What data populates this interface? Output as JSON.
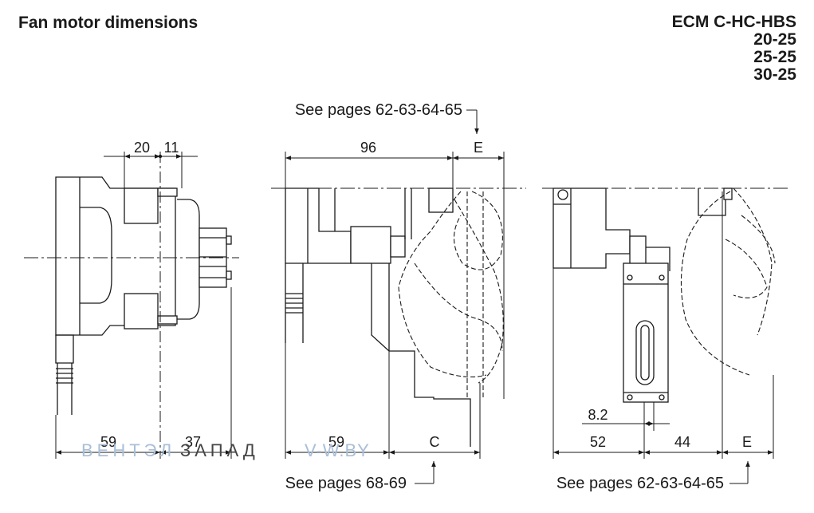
{
  "header": {
    "title": "Fan motor dimensions",
    "models": [
      "ECM C-HC-HBS",
      "20-25",
      "25-25",
      "30-25"
    ]
  },
  "references": {
    "top": "See pages 62-63-64-65",
    "bottom_mid": "See pages 68-69",
    "bottom_right": "See pages 62-63-64-65"
  },
  "dimensions": {
    "left_top_a": "20",
    "left_top_b": "11",
    "left_bottom_a": "59",
    "left_bottom_b": "37",
    "mid_top": "96",
    "mid_top_e": "E",
    "mid_bottom": "59",
    "mid_bottom_c": "C",
    "right_slot": "8.2",
    "right_bottom_a": "52",
    "right_bottom_b": "44",
    "right_bottom_e": "E"
  },
  "watermark": {
    "brand_part1": "ВЕНТЭЛ",
    "brand_part2": "ЗАПАД",
    "site": "V-W.BY"
  },
  "colors": {
    "line": "#1a1a1a",
    "watermark_blue": "#a9bfd8",
    "watermark_gray": "#444444"
  }
}
